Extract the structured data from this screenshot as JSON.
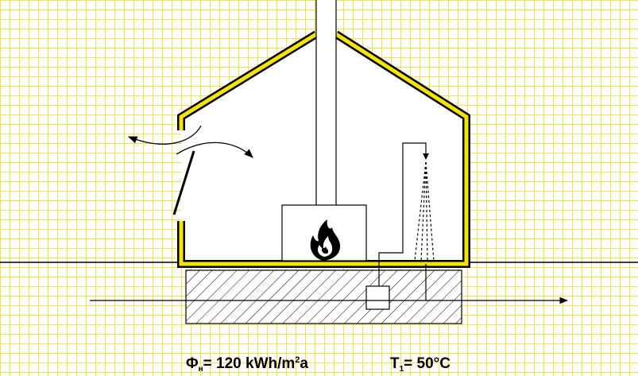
{
  "captions": {
    "energy": {
      "symbol": "Φ",
      "subscript": "н",
      "text": "= 120 kWh/m",
      "superscript": "2",
      "suffix": "a"
    },
    "temperature": {
      "symbol": "T",
      "subscript": "1",
      "text": "= 50°C"
    }
  },
  "colors": {
    "wall_fill": "#f5e400",
    "grid": "#f2e24a",
    "ink": "#000000"
  }
}
